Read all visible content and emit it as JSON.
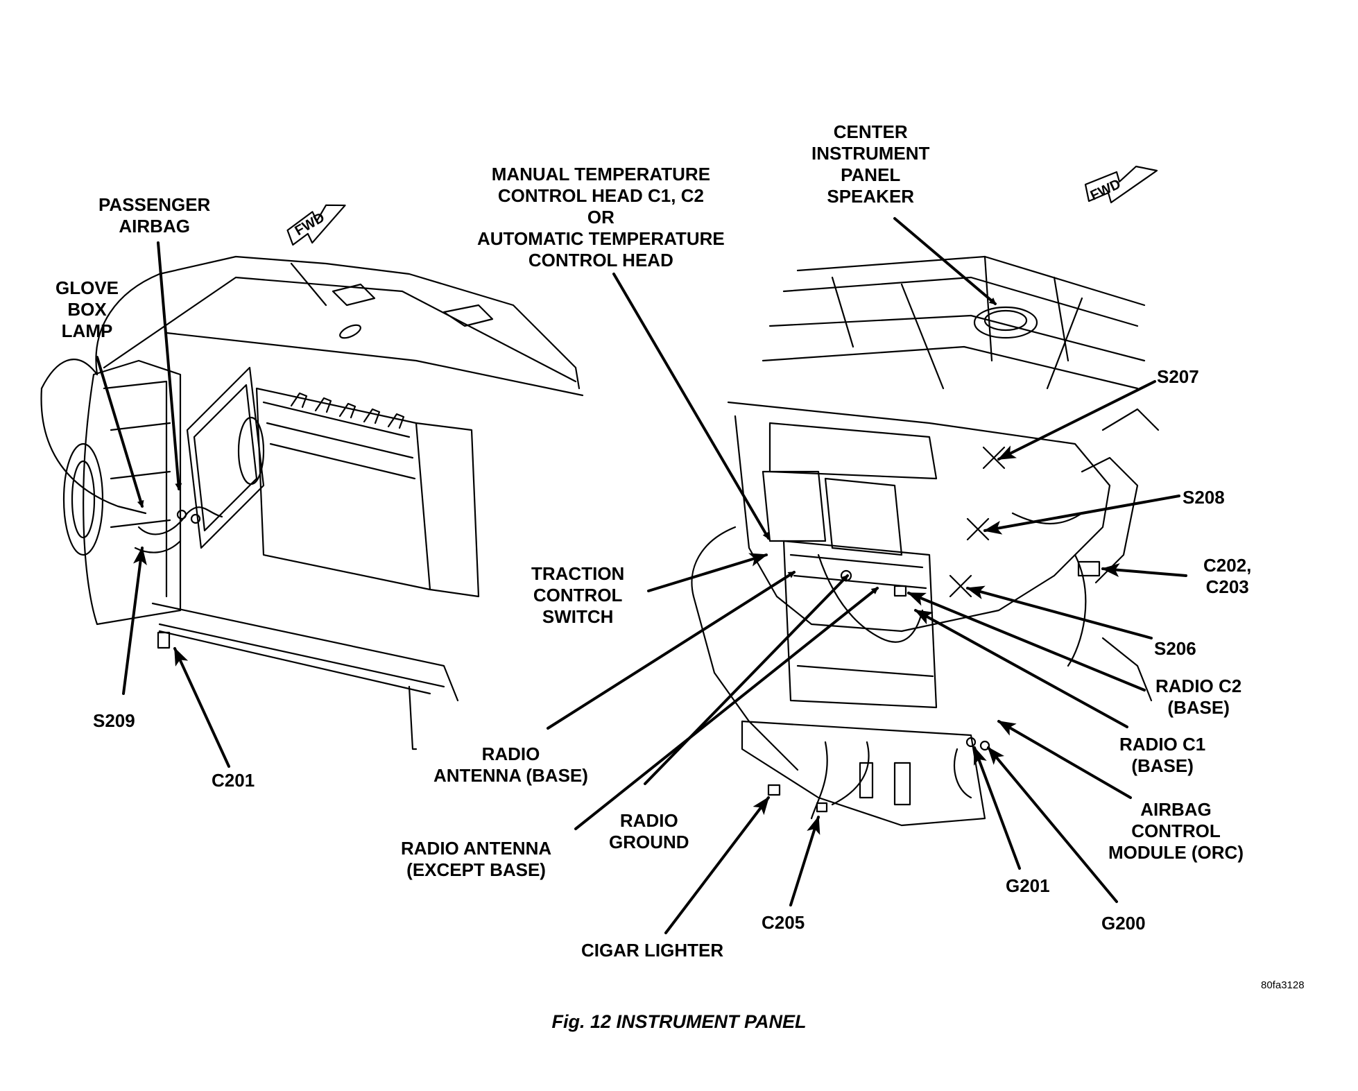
{
  "caption": "Fig. 12 INSTRUMENT PANEL",
  "ref_code": "80fa3128",
  "fwd_label": "FWD",
  "labels": {
    "passenger_airbag": [
      "PASSENGER",
      "AIRBAG"
    ],
    "glove_box_lamp": [
      "GLOVE",
      "BOX",
      "LAMP"
    ],
    "s209": [
      "S209"
    ],
    "c201": [
      "C201"
    ],
    "temp_control": [
      "MANUAL TEMPERATURE",
      "CONTROL HEAD C1, C2",
      "OR",
      "AUTOMATIC TEMPERATURE",
      "CONTROL HEAD"
    ],
    "center_speaker": [
      "CENTER",
      "INSTRUMENT",
      "PANEL",
      "SPEAKER"
    ],
    "s207": [
      "S207"
    ],
    "s208": [
      "S208"
    ],
    "c202_c203": [
      "C202,",
      "C203"
    ],
    "traction_control": [
      "TRACTION",
      "CONTROL",
      "SWITCH"
    ],
    "s206": [
      "S206"
    ],
    "radio_c2": [
      "RADIO C2",
      "(BASE)"
    ],
    "radio_c1": [
      "RADIO C1",
      "(BASE)"
    ],
    "radio_antenna_base": [
      "RADIO",
      "ANTENNA (BASE)"
    ],
    "airbag_control_module": [
      "AIRBAG",
      "CONTROL",
      "MODULE (ORC)"
    ],
    "radio_ground": [
      "RADIO",
      "GROUND"
    ],
    "radio_antenna_except": [
      "RADIO ANTENNA",
      "(EXCEPT BASE)"
    ],
    "g201": [
      "G201"
    ],
    "g200": [
      "G200"
    ],
    "c205": [
      "C205"
    ],
    "cigar_lighter": [
      "CIGAR LIGHTER"
    ]
  }
}
